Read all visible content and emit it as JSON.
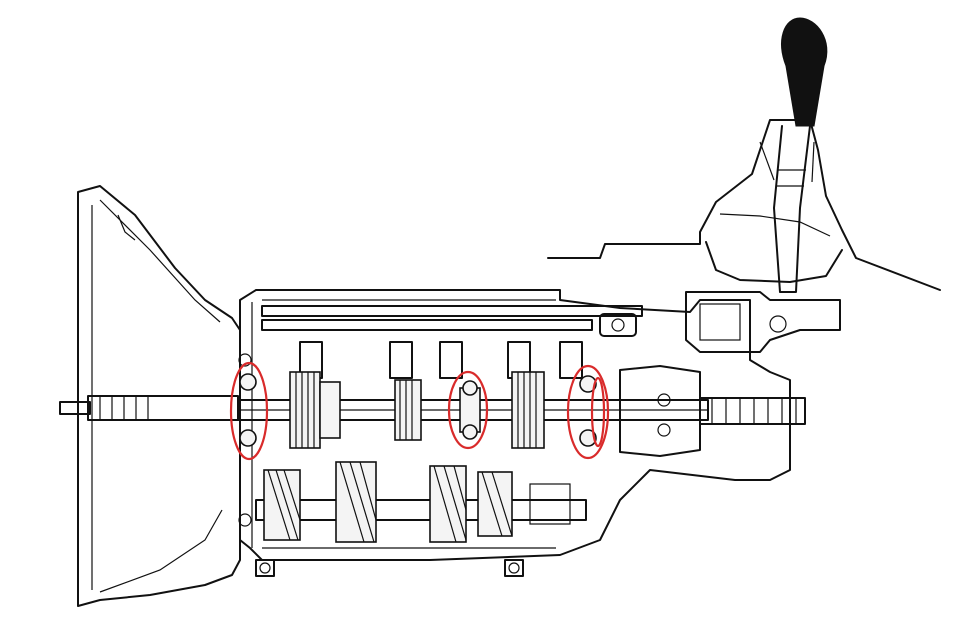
{
  "diagram": {
    "type": "transmission-cutaway",
    "style": "monochrome-line-art",
    "ink_color": "#111111",
    "background_color": "#ffffff",
    "highlight_color": "#d92b2b",
    "highlight_count": 4
  }
}
